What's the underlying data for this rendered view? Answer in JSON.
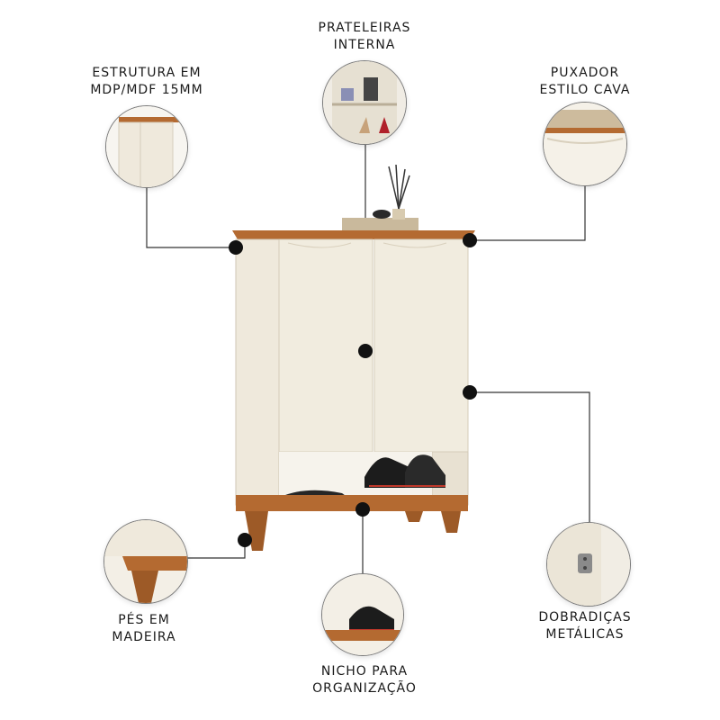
{
  "callouts": {
    "estrutura": {
      "line1": "ESTRUTURA EM",
      "line2": "MDP/MDF 15MM"
    },
    "prateleiras": {
      "line1": "PRATELEIRAS",
      "line2": "INTERNA"
    },
    "puxador": {
      "line1": "PUXADOR",
      "line2": "ESTILO CAVA"
    },
    "pes": {
      "line1": "PÉS EM",
      "line2": "MADEIRA"
    },
    "nicho": {
      "line1": "NICHO PARA",
      "line2": "ORGANIZAÇÃO"
    },
    "dobradicas": {
      "line1": "DOBRADIÇAS",
      "line2": "METÁLICAS"
    }
  },
  "colors": {
    "cabinet_body": "#efe9dc",
    "wood": "#b46a31",
    "marker": "#111111",
    "line": "#333333"
  },
  "icons": [
    "cabinet-illustration",
    "reed-diffuser-icon",
    "shoes-icon",
    "hinge-icon"
  ]
}
